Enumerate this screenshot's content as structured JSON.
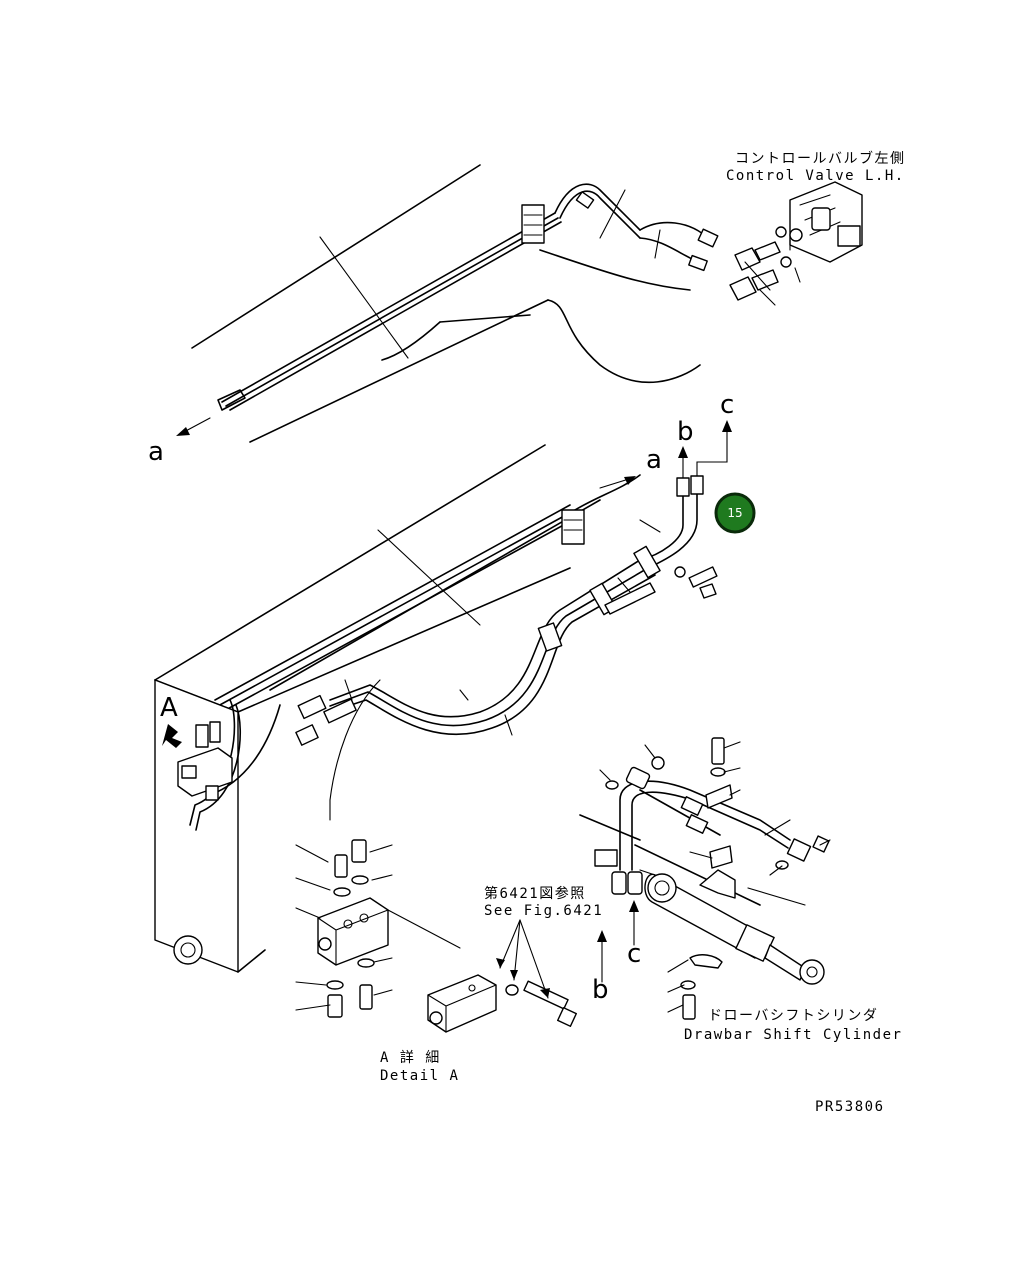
{
  "labels": {
    "control_valve_jp": "コントロールバルブ左側",
    "control_valve_en": "Control Valve L.H.",
    "see_fig_jp": "第6421図参照",
    "see_fig_en": "See Fig.6421",
    "detail_jp": "A 詳 細",
    "detail_en": "Detail A",
    "drawbar_jp": "ドローバシフトシリンダ",
    "drawbar_en": "Drawbar Shift Cylinder",
    "drawing_no": "PR53806"
  },
  "callouts": {
    "a_top": "a",
    "a_mid": "a",
    "b_top": "b",
    "c_top": "c",
    "b_bottom": "b",
    "c_bottom": "c",
    "view_A": "A"
  },
  "hotspot": {
    "number": "15",
    "color": "#1f7a1f",
    "border_color": "#0a2a0a"
  }
}
